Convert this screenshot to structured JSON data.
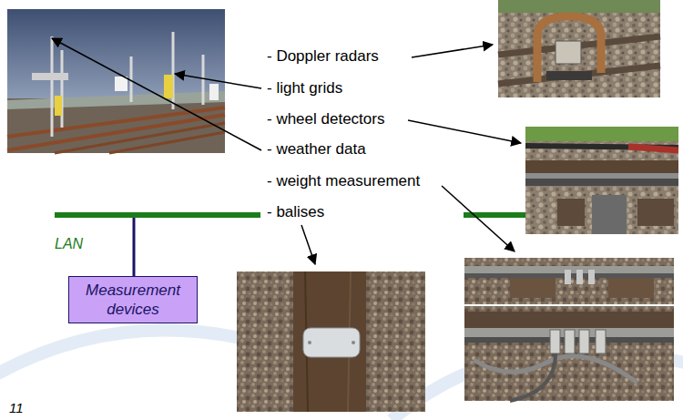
{
  "diagram": {
    "nodes": [
      {
        "text": [
          "Measurement devices"
        ]
      }
    ],
    "labels": [
      "- Doppler radars",
      "- light grids",
      "- wheel detectors",
      "- weather data",
      "- weight measurement",
      "- balises",
      "LAN",
      "11"
    ]
  }
}
